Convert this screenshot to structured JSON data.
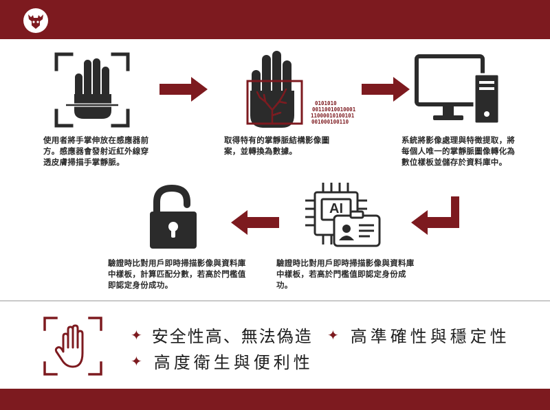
{
  "steps": [
    {
      "text": "使用者將手掌伸放在感應器前方。感應器會發射近紅外線穿透皮膚掃描手掌靜脈。",
      "icon": "palm-scan-icon"
    },
    {
      "text": "取得特有的掌靜脈結構影像圖案，並轉換為數據。",
      "icon": "palm-vein-icon"
    },
    {
      "text": "系統將影像處理與特徵提取，將每個人唯一的掌靜脈圖像轉化為數位樣板並儲存於資料庫中。",
      "icon": "computer-icon"
    },
    {
      "text": "驗證時比對用戶即時掃描影像與資料庫中樣板，若高於門檻值即認定身份成功。",
      "icon": "ai-chip-id-icon"
    },
    {
      "text": "驗證時比對用戶即時掃描影像與資料庫中樣板，計算匹配分數，若高於門檻值即認定身份成功。",
      "icon": "unlock-icon"
    }
  ],
  "binary_lines": [
    "0101010",
    "00110010010001",
    "11000010100101",
    "001000100110"
  ],
  "ai_label": "AI",
  "features": [
    {
      "star": "✦",
      "text": "安全性高、無法偽造"
    },
    {
      "star": "✦",
      "text": "高準確性與穩定性"
    },
    {
      "star": "✦",
      "text": "高度衛生與便利性"
    }
  ],
  "colors": {
    "brand": "#7d1a1f",
    "icon_dark": "#2b2b2b",
    "divider": "#c9c9c9"
  }
}
